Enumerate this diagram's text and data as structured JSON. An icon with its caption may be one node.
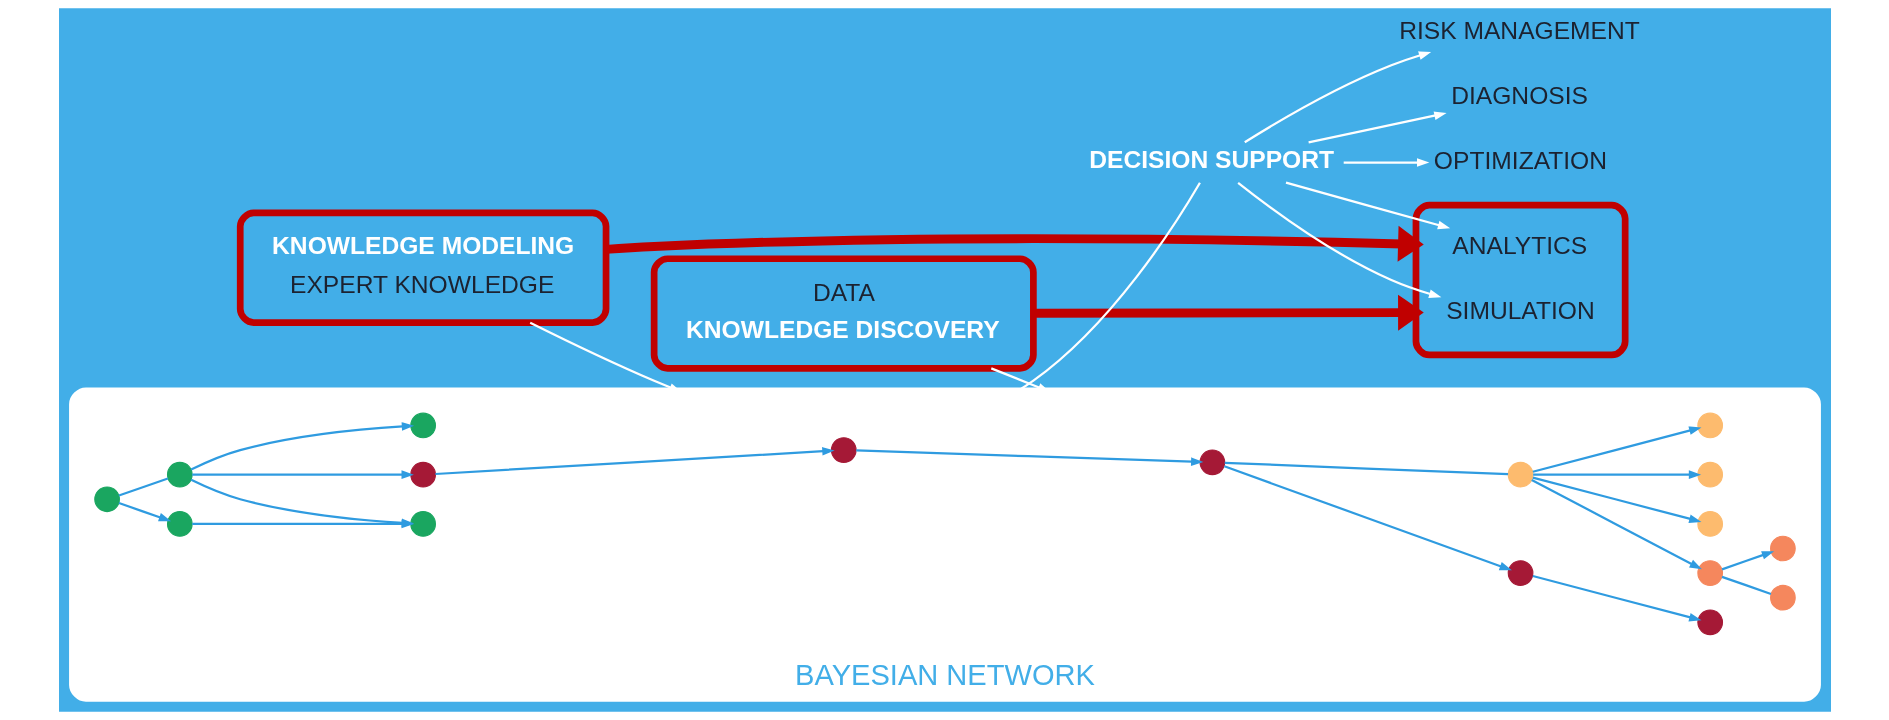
{
  "diagram": {
    "nodes": [
      {
        "text": [
          "KNOWLEDGE MODELING",
          "EXPERT KNOWLEDGE"
        ]
      },
      {
        "text": [
          "DATA",
          "KNOWLEDGE DISCOVERY"
        ]
      },
      {
        "text": [
          "BAYESIAN NETWORK"
        ]
      },
      {
        "text": [],
        "shape": "box"
      },
      {
        "text": [
          "ANALYTICS"
        ],
        "in": 3
      },
      {
        "text": [
          "SIMULATION"
        ],
        "in": 3
      },
      {
        "text": [
          "DECISION SUPPORT"
        ]
      },
      {
        "text": [
          "RISK MANAGEMENT"
        ]
      },
      {
        "text": [
          "DIAGNOSIS"
        ]
      },
      {
        "text": [
          "OPTIMIZATION"
        ]
      },
      {
        "text": [],
        "shape": "circle",
        "in": 2
      },
      {
        "text": [],
        "shape": "circle",
        "in": 2
      },
      {
        "text": [],
        "shape": "circle",
        "in": 2
      },
      {
        "text": [],
        "shape": "circle",
        "in": 2
      },
      {
        "text": [],
        "shape": "circle",
        "in": 2
      },
      {
        "text": [],
        "shape": "circle",
        "in": 2
      },
      {
        "text": [],
        "shape": "circle",
        "in": 2
      },
      {
        "text": [],
        "shape": "circle",
        "in": 2
      },
      {
        "text": [],
        "shape": "circle",
        "in": 2
      },
      {
        "text": [],
        "shape": "circle",
        "in": 2
      },
      {
        "text": [],
        "shape": "circle",
        "in": 2
      },
      {
        "text": [],
        "shape": "circle",
        "in": 2
      },
      {
        "text": [],
        "shape": "circle",
        "in": 2
      },
      {
        "text": [],
        "shape": "circle",
        "in": 2
      },
      {
        "text": [],
        "shape": "circle",
        "in": 2
      },
      {
        "text": [],
        "shape": "circle",
        "in": 2
      },
      {
        "text": [],
        "shape": "circle",
        "in": 2
      }
    ],
    "edges": [
      {
        "from": 0,
        "to": 2,
        "arrow": "to",
        "color": "#ffffff"
      },
      {
        "from": 1,
        "to": 2,
        "arrow": "to",
        "color": "#ffffff"
      },
      {
        "from": 2,
        "to": 6,
        "arrow": "none",
        "color": "#ffffff"
      },
      {
        "from": 6,
        "to": 4,
        "arrow": "to",
        "color": "#ffffff"
      },
      {
        "from": 6,
        "to": 5,
        "arrow": "to",
        "color": "#ffffff"
      },
      {
        "from": 6,
        "to": 7,
        "arrow": "to",
        "color": "#ffffff"
      },
      {
        "from": 6,
        "to": 8,
        "arrow": "to",
        "color": "#ffffff"
      },
      {
        "from": 6,
        "to": 9,
        "arrow": "to",
        "color": "#ffffff"
      },
      {
        "from": 0,
        "to": 3,
        "arrow": "to",
        "style": "thick",
        "color": "#c00000"
      },
      {
        "from": 1,
        "to": 3,
        "arrow": "to",
        "style": "thick",
        "color": "#c00000"
      },
      {
        "from": 14,
        "to": 10,
        "arrow": "to"
      },
      {
        "from": 10,
        "to": 11,
        "arrow": "to"
      },
      {
        "from": 11,
        "to": 12,
        "arrow": "to"
      },
      {
        "from": 12,
        "to": 13,
        "arrow": "to"
      },
      {
        "from": 11,
        "to": 21,
        "arrow": "none"
      },
      {
        "from": 17,
        "to": 14,
        "arrow": "to"
      },
      {
        "from": 15,
        "to": 16,
        "arrow": "to"
      },
      {
        "from": 15,
        "to": 17,
        "arrow": "none"
      },
      {
        "from": 16,
        "to": 18,
        "arrow": "to"
      },
      {
        "from": 17,
        "to": 18,
        "arrow": "to"
      },
      {
        "from": 17,
        "to": 19,
        "arrow": "to"
      },
      {
        "from": 21,
        "to": 20,
        "arrow": "to"
      },
      {
        "from": 21,
        "to": 22,
        "arrow": "to"
      },
      {
        "from": 21,
        "to": 23,
        "arrow": "to"
      },
      {
        "from": 21,
        "to": 25,
        "arrow": "to"
      },
      {
        "from": 25,
        "to": 24,
        "arrow": "none"
      },
      {
        "from": 25,
        "to": 26,
        "arrow": "to"
      }
    ]
  }
}
